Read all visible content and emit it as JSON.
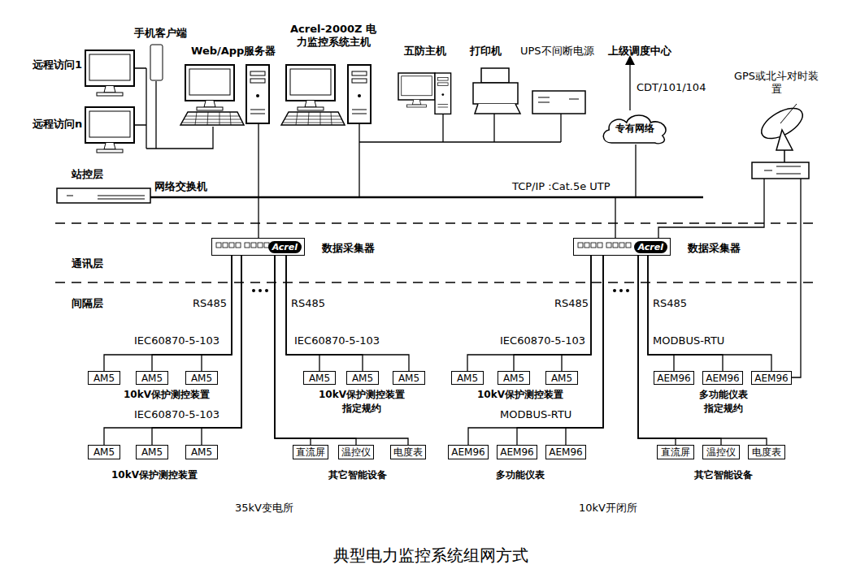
{
  "diagram": {
    "caption": "典型电力监控系统组网方式",
    "nodes": [
      {
        "text": [
          "数据采集器",
          "Acrel"
        ]
      },
      {
        "text": [
          "数据采集器",
          "Acrel"
        ]
      },
      {
        "text": [
          "专有网络"
        ]
      },
      {
        "text": [
          "AM5"
        ]
      },
      {
        "text": [
          "AM5"
        ]
      },
      {
        "text": [
          "AM5"
        ]
      },
      {
        "text": [
          "AM5"
        ]
      },
      {
        "text": [
          "AM5"
        ]
      },
      {
        "text": [
          "AM5"
        ]
      },
      {
        "text": [
          "AM5"
        ]
      },
      {
        "text": [
          "AM5"
        ]
      },
      {
        "text": [
          "AM5"
        ]
      },
      {
        "text": [
          "AEM96"
        ]
      },
      {
        "text": [
          "AEM96"
        ]
      },
      {
        "text": [
          "AEM96"
        ]
      },
      {
        "text": [
          "AM5"
        ]
      },
      {
        "text": [
          "AM5"
        ]
      },
      {
        "text": [
          "AM5"
        ]
      },
      {
        "text": [
          "直流屏"
        ]
      },
      {
        "text": [
          "温控仪"
        ]
      },
      {
        "text": [
          "电度表"
        ]
      },
      {
        "text": [
          "AEM96"
        ]
      },
      {
        "text": [
          "AEM96"
        ]
      },
      {
        "text": [
          "AEM96"
        ]
      },
      {
        "text": [
          "直流屏"
        ]
      },
      {
        "text": [
          "温控仪"
        ]
      },
      {
        "text": [
          "电度表"
        ]
      }
    ],
    "edges": [
      {
        "from": 0,
        "to": 3,
        "arrow": "none"
      },
      {
        "from": 0,
        "to": 4,
        "arrow": "none"
      },
      {
        "from": 0,
        "to": 5,
        "arrow": "none"
      },
      {
        "from": 0,
        "to": 6,
        "arrow": "none"
      },
      {
        "from": 0,
        "to": 7,
        "arrow": "none"
      },
      {
        "from": 0,
        "to": 8,
        "arrow": "none"
      },
      {
        "from": 1,
        "to": 9,
        "arrow": "none"
      },
      {
        "from": 1,
        "to": 10,
        "arrow": "none"
      },
      {
        "from": 1,
        "to": 11,
        "arrow": "none"
      },
      {
        "from": 1,
        "to": 12,
        "arrow": "none"
      },
      {
        "from": 1,
        "to": 13,
        "arrow": "none"
      },
      {
        "from": 1,
        "to": 14,
        "arrow": "none"
      },
      {
        "from": 0,
        "to": 15,
        "arrow": "none"
      },
      {
        "from": 0,
        "to": 16,
        "arrow": "none"
      },
      {
        "from": 0,
        "to": 17,
        "arrow": "none"
      },
      {
        "from": 0,
        "to": 18,
        "arrow": "none"
      },
      {
        "from": 0,
        "to": 19,
        "arrow": "none"
      },
      {
        "from": 0,
        "to": 20,
        "arrow": "none"
      },
      {
        "from": 1,
        "to": 21,
        "arrow": "none"
      },
      {
        "from": 1,
        "to": 22,
        "arrow": "none"
      },
      {
        "from": 1,
        "to": 23,
        "arrow": "none"
      },
      {
        "from": 1,
        "to": 24,
        "arrow": "none"
      },
      {
        "from": 1,
        "to": 25,
        "arrow": "none"
      },
      {
        "from": 1,
        "to": 26,
        "arrow": "none"
      }
    ],
    "labels": [
      "手机客户端",
      "远程访问1",
      "远程访问n",
      "Web/App服务器",
      "Acrel-2000Z 电力监控系统主机",
      "五防主机",
      "打印机",
      "UPS不间断电源",
      "上级调度中心",
      "CDT/101/104",
      "GPS或北斗对时装置",
      "站控层",
      "网络交换机",
      "TCP/IP :Cat.5e UTP",
      "通讯层",
      "间隔层",
      "RS485",
      "RS485",
      "RS485",
      "RS485",
      "IEC60870-5-103",
      "IEC60870-5-103",
      "IEC60870-5-103",
      "MODBUS-RTU",
      "10kV保护测控装置",
      "10kV保护测控装置",
      "指定规约",
      "10kV保护测控装置",
      "多功能仪表",
      "指定规约",
      "IEC60870-5-103",
      "MODBUS-RTU",
      "10kV保护测控装置",
      "其它智能设备",
      "多功能仪表",
      "其它智能设备",
      "35kV变电所",
      "10kV开闭所"
    ]
  }
}
